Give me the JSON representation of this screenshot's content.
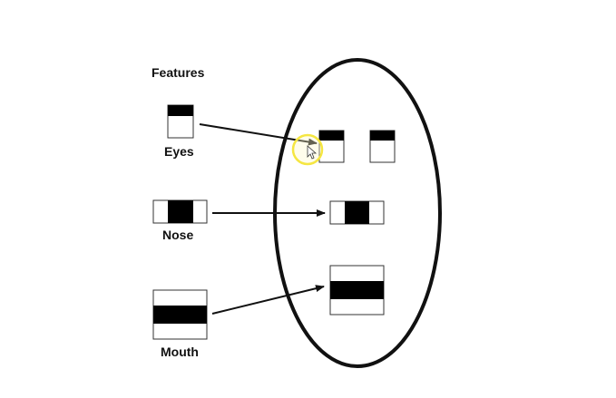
{
  "labels": {
    "features": "Features",
    "eyes": "Eyes",
    "nose": "Nose",
    "mouth": "Mouth"
  },
  "colors": {
    "stroke": "#111111",
    "fill_dark": "#000000",
    "fill_light": "#ffffff",
    "cursor_highlight": "#f5e642"
  },
  "icons": {
    "cursor": "mouse-pointer-icon"
  }
}
